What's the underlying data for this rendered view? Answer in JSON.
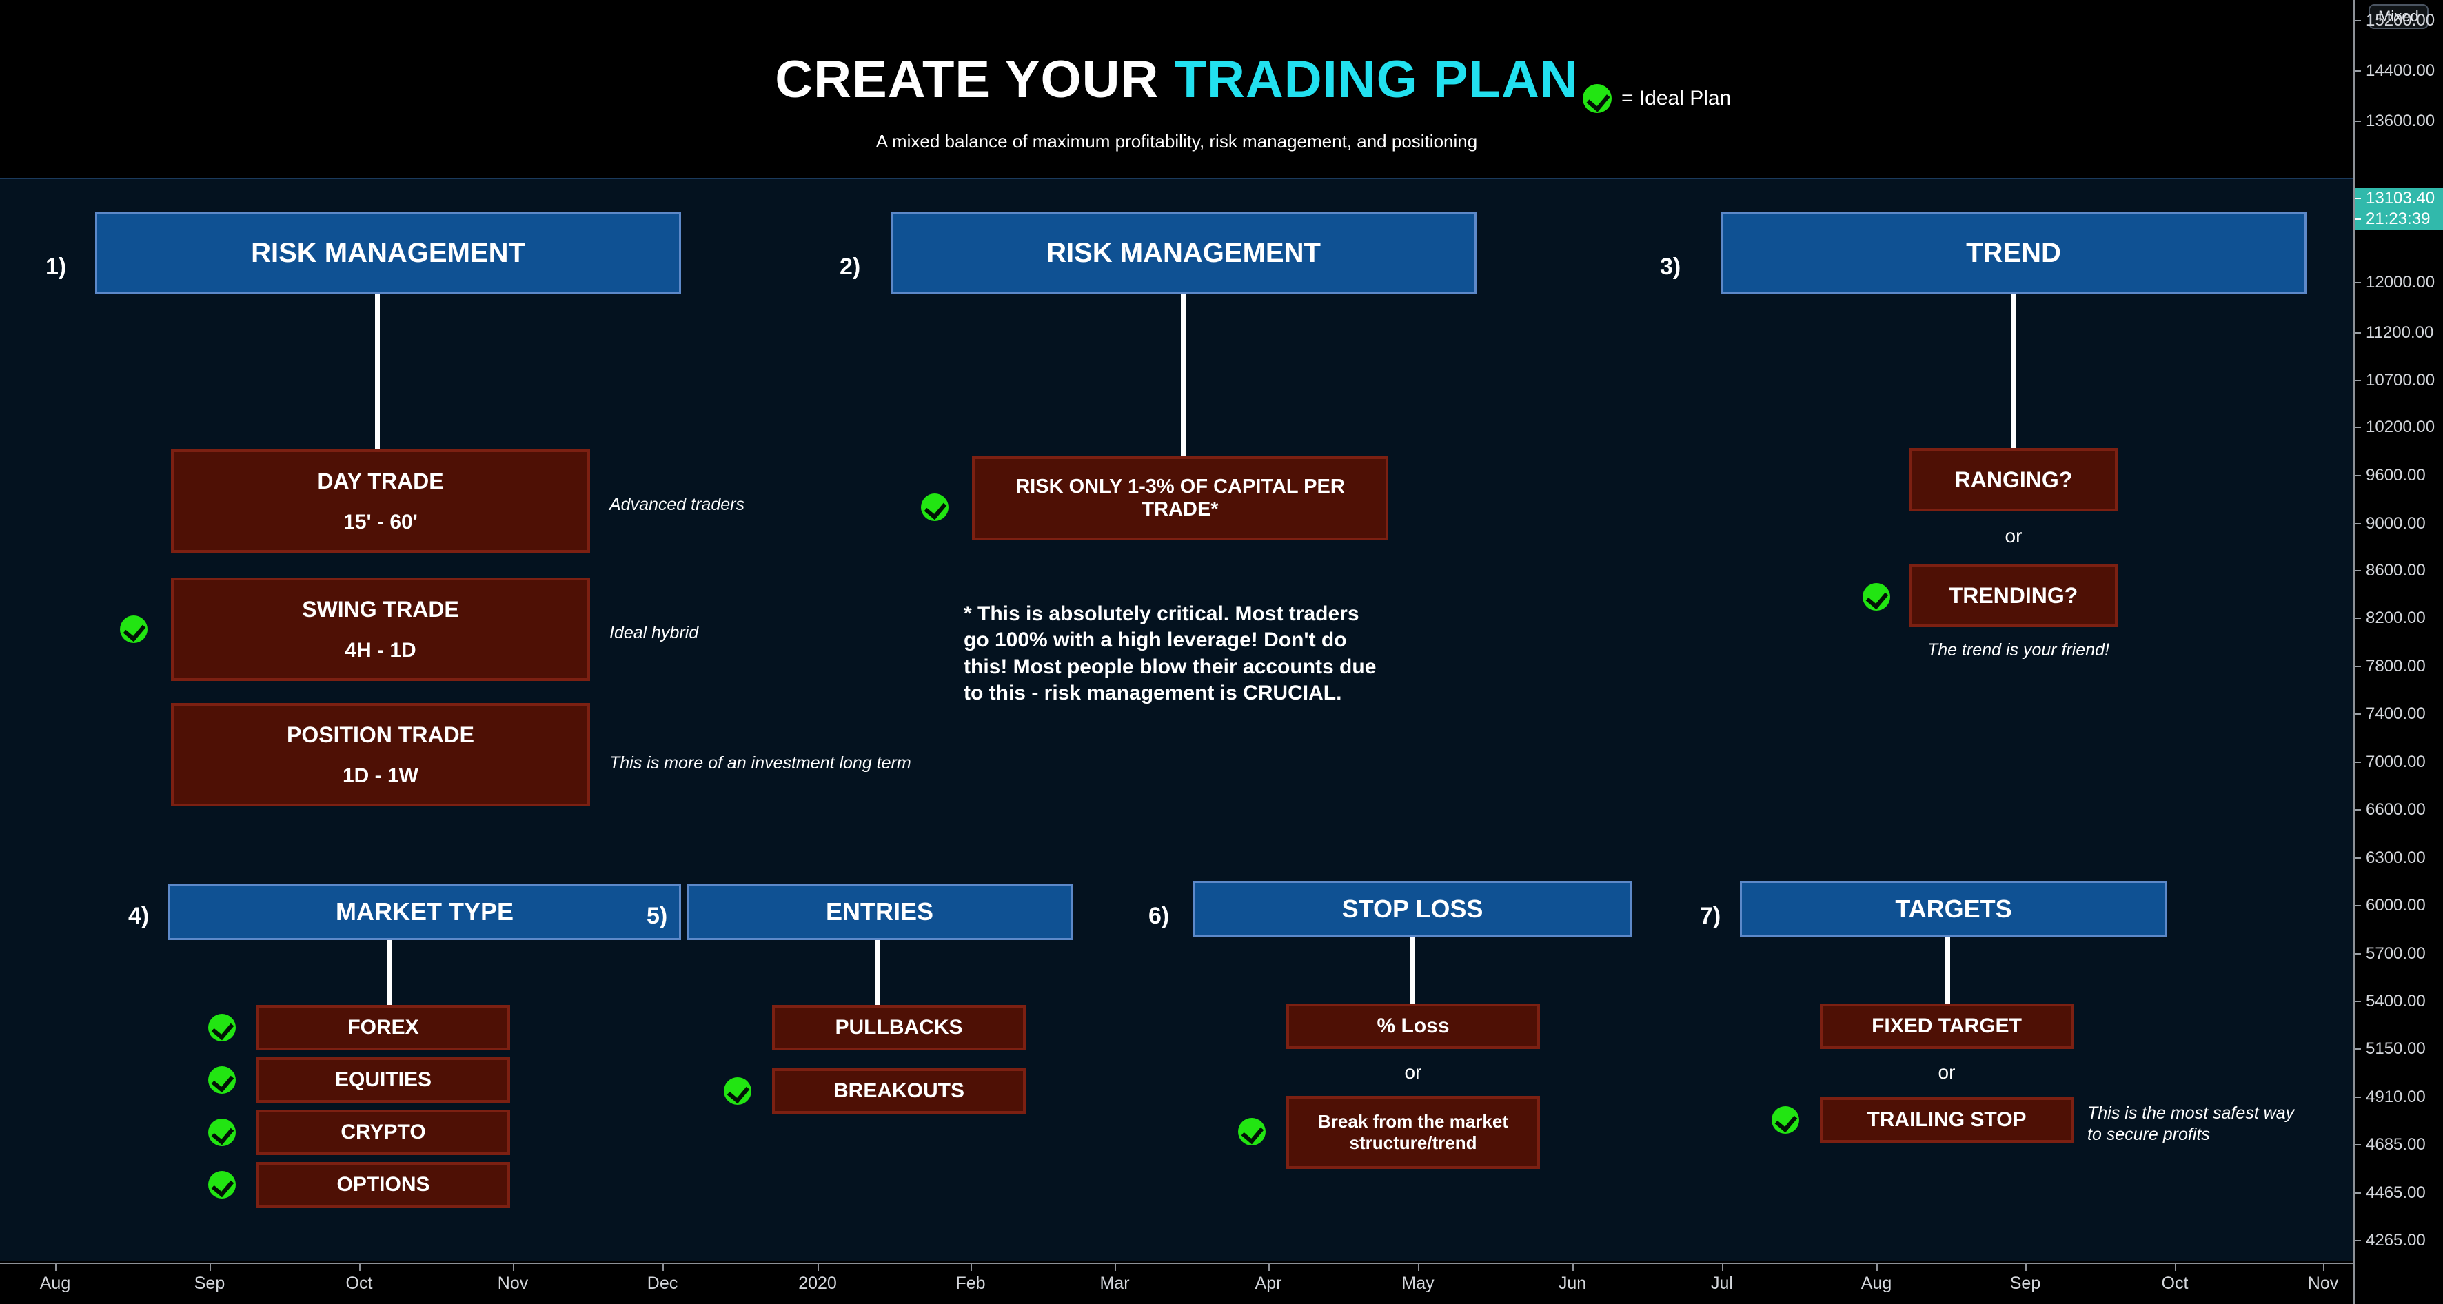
{
  "header": {
    "title_plain": "CREATE YOUR ",
    "title_accent": "TRADING PLAN",
    "subtitle": "A mixed balance of maximum profitability, risk management, and positioning",
    "legend_icon": "check-circle-icon",
    "legend_label": "= Ideal Plan",
    "accent_color": "#22e0ef",
    "check_color": "#22e512"
  },
  "theme": {
    "blue_box_fill": "#0f5193",
    "blue_box_border": "#5d89c9",
    "red_box_fill": "#4e1005",
    "red_box_border": "#7c2012",
    "panel_bg": "#04121f",
    "page_bg": "#000000"
  },
  "sections": [
    {
      "number": "1)",
      "title": "RISK MANAGEMENT",
      "items": [
        {
          "line1": "DAY TRADE",
          "line2": "15' - 60'",
          "checked": false,
          "note": "Advanced traders"
        },
        {
          "line1": "SWING TRADE",
          "line2": "4H - 1D",
          "checked": true,
          "note": "Ideal hybrid"
        },
        {
          "line1": "POSITION TRADE",
          "line2": "1D - 1W",
          "checked": false,
          "note": "This is more of an investment long term"
        }
      ]
    },
    {
      "number": "2)",
      "title": "RISK MANAGEMENT",
      "items": [
        {
          "line1": "RISK ONLY 1-3% OF CAPITAL PER TRADE*",
          "line2": "",
          "checked": true,
          "note": ""
        }
      ],
      "footnote": "* This is absolutely critical. Most traders\ngo 100% with a high leverage! Don't do\nthis! Most people blow their accounts due\nto this - risk management is CRUCIAL."
    },
    {
      "number": "3)",
      "title": "TREND",
      "or_label": "or",
      "items": [
        {
          "line1": "RANGING?",
          "line2": "",
          "checked": false,
          "note": ""
        },
        {
          "line1": "TRENDING?",
          "line2": "",
          "checked": true,
          "note": "The trend is your friend!"
        }
      ]
    },
    {
      "number": "4)",
      "title": "MARKET TYPE",
      "items": [
        {
          "line1": "FOREX",
          "line2": "",
          "checked": true,
          "note": ""
        },
        {
          "line1": "EQUITIES",
          "line2": "",
          "checked": true,
          "note": ""
        },
        {
          "line1": "CRYPTO",
          "line2": "",
          "checked": true,
          "note": ""
        },
        {
          "line1": "OPTIONS",
          "line2": "",
          "checked": true,
          "note": ""
        }
      ]
    },
    {
      "number": "5)",
      "title": "ENTRIES",
      "items": [
        {
          "line1": "PULLBACKS",
          "line2": "",
          "checked": false,
          "note": ""
        },
        {
          "line1": "BREAKOUTS",
          "line2": "",
          "checked": true,
          "note": ""
        }
      ]
    },
    {
      "number": "6)",
      "title": "STOP LOSS",
      "or_label": "or",
      "items": [
        {
          "line1": "% Loss",
          "line2": "",
          "checked": false,
          "note": ""
        },
        {
          "line1": "Break from the market",
          "line2": "structure/trend",
          "checked": true,
          "note": ""
        }
      ]
    },
    {
      "number": "7)",
      "title": "TARGETS",
      "or_label": "or",
      "items": [
        {
          "line1": "FIXED TARGET",
          "line2": "",
          "checked": false,
          "note": ""
        },
        {
          "line1": "TRAILING STOP",
          "line2": "",
          "checked": true,
          "note": "This is the most safest way\nto secure profits"
        }
      ]
    }
  ],
  "chart_data": {
    "type": "line",
    "title": "",
    "xlabel": "",
    "ylabel": "",
    "symbol_badge": "Mixed",
    "current_price": "13103.40",
    "countdown": "21:23:39",
    "price_axis_ticks": [
      "15200.00",
      "14400.00",
      "13600.00",
      "13103.40",
      "12000.00",
      "11200.00",
      "10700.00",
      "10200.00",
      "9600.00",
      "9000.00",
      "8600.00",
      "8200.00",
      "7800.00",
      "7400.00",
      "7000.00",
      "6600.00",
      "6300.00",
      "6000.00",
      "5700.00",
      "5400.00",
      "5150.00",
      "4910.00",
      "4685.00",
      "4465.00",
      "4265.00"
    ],
    "time_axis_ticks": [
      "Aug",
      "Sep",
      "Oct",
      "Nov",
      "Dec",
      "2020",
      "Feb",
      "Mar",
      "Apr",
      "May",
      "Jun",
      "Jul",
      "Aug",
      "Sep",
      "Oct",
      "Nov"
    ]
  }
}
